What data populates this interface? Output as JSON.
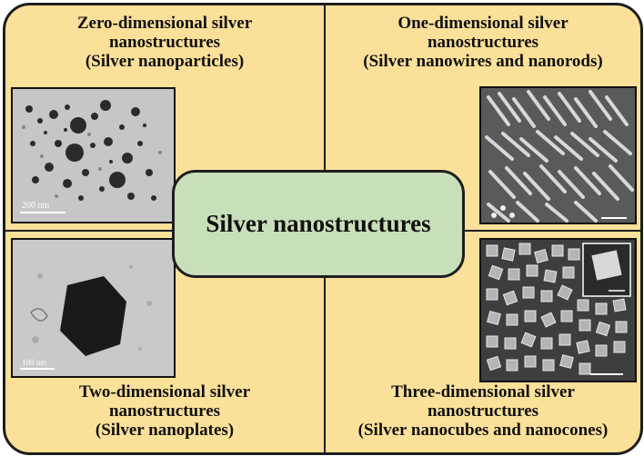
{
  "center": {
    "label": "Silver nanostructures"
  },
  "quadrants": {
    "top_left": {
      "lines": [
        "Zero-dimensional silver",
        "nanostructures",
        "(Silver nanoparticles)"
      ],
      "scale_label": "200 nm"
    },
    "top_right": {
      "lines": [
        "One-dimensional silver",
        "nanostructures",
        "(Silver nanowires and nanorods)"
      ]
    },
    "bottom_left": {
      "lines": [
        "Two-dimensional silver",
        "nanostructures",
        "(Silver nanoplates)"
      ],
      "scale_label": "100 nm"
    },
    "bottom_right": {
      "lines": [
        "Three-dimensional silver",
        "nanostructures",
        "(Silver nanocubes and nanocones)"
      ]
    }
  },
  "colors": {
    "panel_background": "#fbe09a",
    "center_fill": "#c8e0b9",
    "border": "#1e1e1e"
  }
}
